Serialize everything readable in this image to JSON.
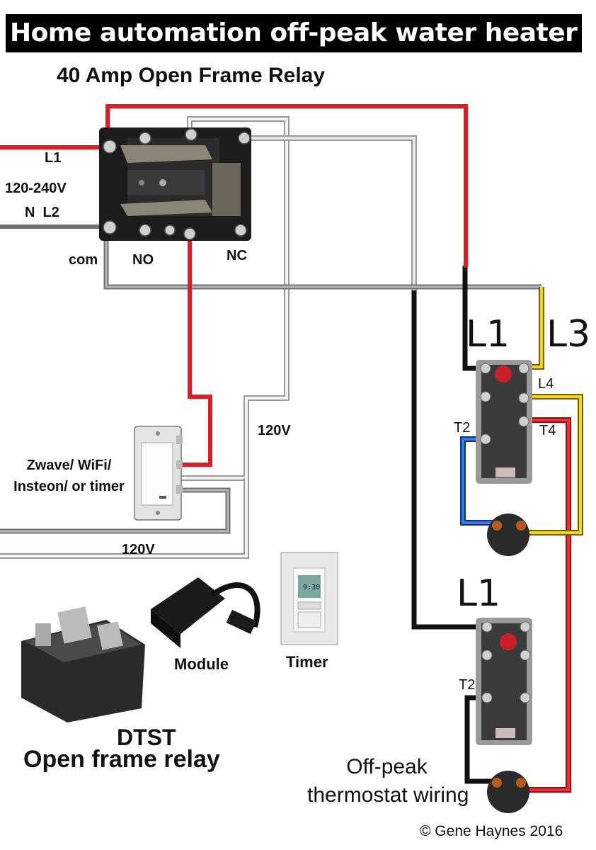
{
  "title": "Home automation off-peak water heater",
  "subtitle": "40 Amp Open Frame Relay",
  "relay": {
    "terminal_l1": "L1",
    "voltage": "120-240V",
    "terminal_n_l2": "N  L2",
    "com": "com",
    "no": "NO",
    "nc": "NC"
  },
  "switch_label": "Zwave/ WiFi/\nInsteon/ or timer",
  "voltage_right": "120V",
  "voltage_bottom": "120V",
  "upper_thermostat": {
    "l1": "L1",
    "l3": "L3",
    "l4": "L4",
    "t2": "T2",
    "t4": "T4"
  },
  "lower_thermostat": {
    "l1": "L1",
    "t2": "T2"
  },
  "products": {
    "module": "Module",
    "timer": "Timer",
    "timer_display": "9:30"
  },
  "relay_caption": {
    "line1": "DTST",
    "line2": "Open frame relay"
  },
  "off_peak_caption": "Off-peak\nthermostat wiring",
  "copyright": "© Gene Haynes 2016",
  "colors": {
    "red": "#d42027",
    "black": "#111111",
    "gray": "#8a8a8a",
    "white_wire": "#d9d9d9",
    "yellow": "#f2d21b",
    "blue": "#2d6fd6"
  }
}
